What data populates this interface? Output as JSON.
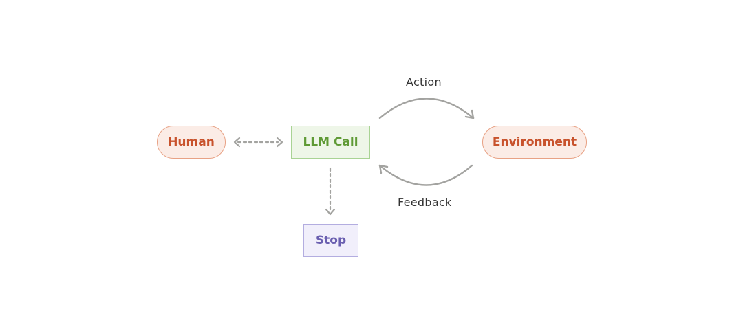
{
  "nodes": {
    "human": "Human",
    "llm_call": "LLM Call",
    "environment": "Environment",
    "stop": "Stop"
  },
  "edges": {
    "action": "Action",
    "feedback": "Feedback"
  },
  "colors": {
    "human_env_text": "#c8522c",
    "human_env_fill": "#fbece6",
    "llm_text": "#5f9a35",
    "llm_fill": "#eef6e8",
    "stop_text": "#6a5fb0",
    "stop_fill": "#f1effb",
    "arrow": "#a3a3a0"
  }
}
